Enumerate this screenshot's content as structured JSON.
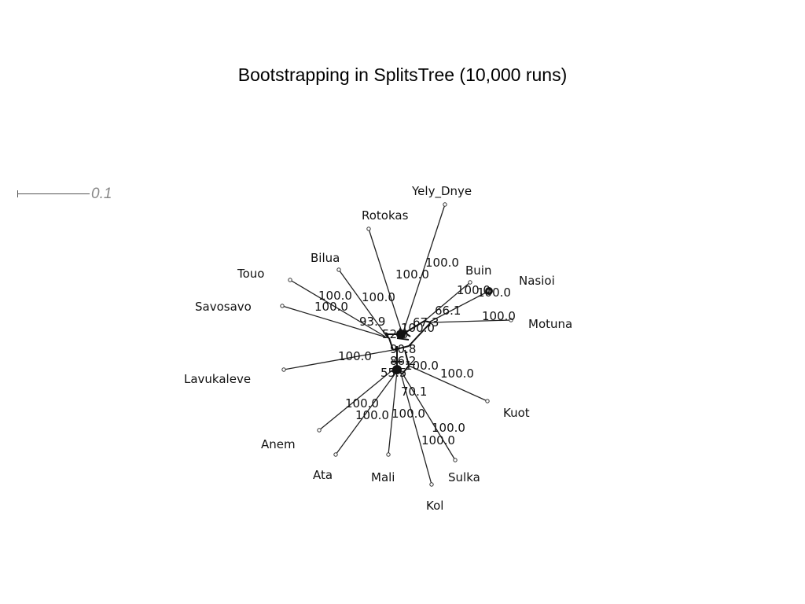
{
  "title": "Bootstrapping in SplitsTree (10,000 runs)",
  "scale": {
    "label": "0.1"
  },
  "taxa": [
    "Yely_Dnye",
    "Rotokas",
    "Buin",
    "Nasioi",
    "Motuna",
    "Bilua",
    "Touo",
    "Savosavo",
    "Lavukaleve",
    "Kuot",
    "Anem",
    "Ata",
    "Mali",
    "Kol",
    "Sulka"
  ],
  "support_values": [
    "100.0",
    "100.0",
    "100.0",
    "100.0",
    "100.0",
    "100.0",
    "100.0",
    "100.0",
    "66.1",
    "67.3",
    "93.9",
    "52.0",
    "90.8",
    "86.2",
    "100.0",
    "100.0",
    "55.5",
    "100.0",
    "70.1",
    "100.0",
    "100.0",
    "100.0",
    "100.0",
    "100.0",
    "100.0"
  ]
}
